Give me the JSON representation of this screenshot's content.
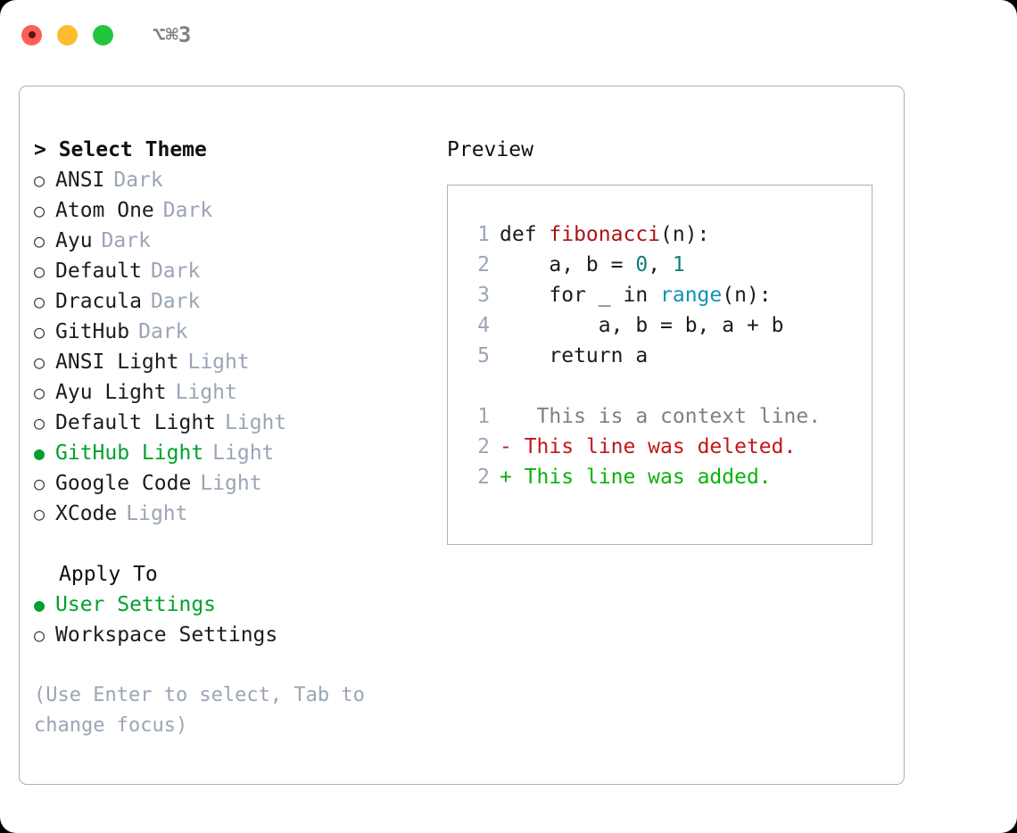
{
  "window": {
    "title": "⌥⌘3",
    "traffic_lights": [
      {
        "name": "close",
        "color": "#fb5f57"
      },
      {
        "name": "minimize",
        "color": "#febc2e"
      },
      {
        "name": "zoom",
        "color": "#23c53f"
      }
    ]
  },
  "theme_list": {
    "header": "> Select Theme",
    "selected_bullet": "●",
    "unselected_bullet": "○",
    "selected_color": "#00a12c",
    "tag_color": "#9aa5b5",
    "items": [
      {
        "bullet": "○",
        "label": "ANSI",
        "tag": "Dark",
        "selected": false
      },
      {
        "bullet": "○",
        "label": "Atom One",
        "tag": "Dark",
        "selected": false
      },
      {
        "bullet": "○",
        "label": "Ayu",
        "tag": "Dark",
        "selected": false
      },
      {
        "bullet": "○",
        "label": "Default",
        "tag": "Dark",
        "selected": false
      },
      {
        "bullet": "○",
        "label": "Dracula",
        "tag": "Dark",
        "selected": false
      },
      {
        "bullet": "○",
        "label": "GitHub",
        "tag": "Dark",
        "selected": false
      },
      {
        "bullet": "○",
        "label": "ANSI Light",
        "tag": "Light",
        "selected": false
      },
      {
        "bullet": "○",
        "label": "Ayu Light",
        "tag": "Light",
        "selected": false
      },
      {
        "bullet": "○",
        "label": "Default Light",
        "tag": "Light",
        "selected": false
      },
      {
        "bullet": "●",
        "label": "GitHub Light",
        "tag": "Light",
        "selected": true
      },
      {
        "bullet": "○",
        "label": "Google Code",
        "tag": "Light",
        "selected": false
      },
      {
        "bullet": "○",
        "label": "XCode",
        "tag": "Light",
        "selected": false
      }
    ]
  },
  "apply_to": {
    "header": "Apply To",
    "items": [
      {
        "bullet": "●",
        "label": "User Settings",
        "selected": true
      },
      {
        "bullet": "○",
        "label": "Workspace Settings",
        "selected": false
      }
    ]
  },
  "hint": "(Use Enter to select, Tab to change focus)",
  "preview": {
    "title": "Preview",
    "code_lines": [
      {
        "number": "1",
        "tokens": [
          {
            "text": "def ",
            "kind": "plain"
          },
          {
            "text": "fibonacci",
            "kind": "fn"
          },
          {
            "text": "(n):",
            "kind": "plain"
          }
        ]
      },
      {
        "number": "2",
        "tokens": [
          {
            "text": "    a, b = ",
            "kind": "plain"
          },
          {
            "text": "0",
            "kind": "num"
          },
          {
            "text": ", ",
            "kind": "plain"
          },
          {
            "text": "1",
            "kind": "num"
          }
        ]
      },
      {
        "number": "3",
        "tokens": [
          {
            "text": "    for _ in ",
            "kind": "plain"
          },
          {
            "text": "range",
            "kind": "call"
          },
          {
            "text": "(n):",
            "kind": "plain"
          }
        ]
      },
      {
        "number": "4",
        "tokens": [
          {
            "text": "        a, b = b, a + b",
            "kind": "plain"
          }
        ]
      },
      {
        "number": "5",
        "tokens": [
          {
            "text": "    return a",
            "kind": "plain"
          }
        ]
      }
    ],
    "diff_lines": [
      {
        "number": "1",
        "sign": " ",
        "text": "  This is a context line.",
        "kind": "context"
      },
      {
        "number": "2",
        "sign": "-",
        "text": " This line was deleted.",
        "kind": "deleted"
      },
      {
        "number": "2",
        "sign": "+",
        "text": " This line was added.",
        "kind": "added"
      }
    ],
    "colors": {
      "function": "#a81515",
      "builtin": "#1191b5",
      "number": "#0e7f78",
      "context": "#808080",
      "deleted": "#c21717",
      "added": "#09b309",
      "gutter": "#9aa5b5",
      "border": "#a8b2c1"
    }
  }
}
